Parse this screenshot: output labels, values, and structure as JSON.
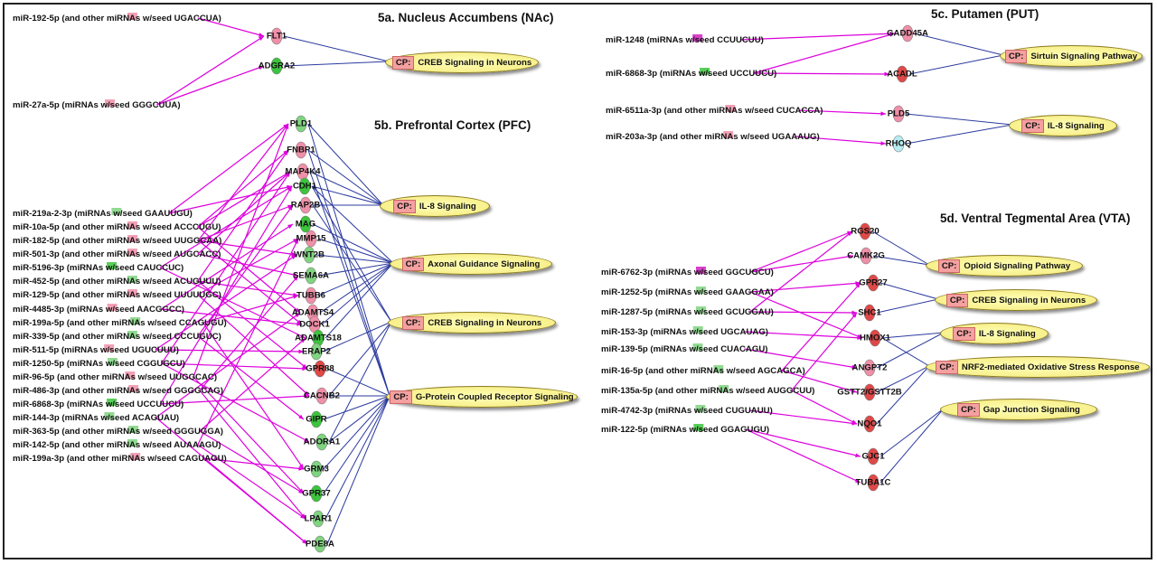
{
  "panels": [
    {
      "id": "nac",
      "title": "5a. Nucleus Accumbens (NAc)",
      "mirnas": [
        {
          "label": "miR-192-5p (and other miRNAs w/seed UGACCUA)",
          "color": "#f08fa8"
        },
        {
          "label": "miR-27a-5p (miRNAs w/seed GGGCUUA)",
          "color": "#f08fa8"
        }
      ],
      "genes": [
        {
          "label": "FLT1",
          "color": "#f08fa8"
        },
        {
          "label": "ADGRA2",
          "color": "#3cc43c"
        }
      ],
      "pathways": [
        {
          "label": "CREB Signaling in Neurons"
        }
      ]
    },
    {
      "id": "pfc",
      "title": "5b. Prefrontal Cortex (PFC)",
      "mirnas": [
        {
          "label": "miR-219a-2-3p (miRNAs w/seed GAAUUGU)",
          "color": "#7fd47f"
        },
        {
          "label": "miR-10a-5p (and other miRNAs w/seed ACCCUGU)",
          "color": "#f08fa8"
        },
        {
          "label": "miR-182-5p (and other miRNAs w/seed UUGGCAA)",
          "color": "#f08fa8"
        },
        {
          "label": "miR-501-3p (and other miRNAs w/seed AUGCACC)",
          "color": "#f08fa8"
        },
        {
          "label": "miR-5196-3p (miRNAs w/seed CAUCCUC)",
          "color": "#3cc43c"
        },
        {
          "label": "miR-452-5p (and other miRNAs w/seed ACUGUUU)",
          "color": "#7fd47f"
        },
        {
          "label": "miR-129-5p (and other miRNAs w/seed UUUUUGC)",
          "color": "#f08fa8"
        },
        {
          "label": "miR-4485-3p (miRNAs w/seed AACGGCC)",
          "color": "#f08fa8"
        },
        {
          "label": "miR-199a-5p (and other miRNAs w/seed CCAGUGU)",
          "color": "#7fd47f"
        },
        {
          "label": "miR-339-5p (and other miRNAs w/seed CCCUGUC)",
          "color": "#7fd47f"
        },
        {
          "label": "miR-511-5p (miRNAs w/seed UGUCUUU)",
          "color": "#f08fa8"
        },
        {
          "label": "miR-1250-5p (miRNAs w/seed CGGUGCU)",
          "color": "#7fd47f"
        },
        {
          "label": "miR-96-5p (and other miRNAs w/seed UUGGCAC)",
          "color": "#f08fa8"
        },
        {
          "label": "miR-486-3p (and other miRNAs w/seed GGGGCAG)",
          "color": "#f08fa8"
        },
        {
          "label": "miR-6868-3p (miRNAs w/seed UCCUUCU)",
          "color": "#3cc43c"
        },
        {
          "label": "miR-144-3p (miRNAs w/seed ACAGUAU)",
          "color": "#7fd47f"
        },
        {
          "label": "miR-363-5p (and other miRNAs w/seed GGGUGGA)",
          "color": "#7fd47f"
        },
        {
          "label": "miR-142-5p (and other miRNAs w/seed AUAAAGU)",
          "color": "#7fd47f"
        },
        {
          "label": "miR-199a-3p (and other miRNAs w/seed CAGUAGU)",
          "color": "#f08fa8"
        }
      ],
      "genes": [
        {
          "label": "PLD1",
          "color": "#7fd47f"
        },
        {
          "label": "FNBP1",
          "color": "#f08fa8"
        },
        {
          "label": "MAP4K4",
          "color": "#f08fa8"
        },
        {
          "label": "CDH1",
          "color": "#3cc43c"
        },
        {
          "label": "RAP2B",
          "color": "#f08fa8"
        },
        {
          "label": "MAG",
          "color": "#3cc43c"
        },
        {
          "label": "MMP15",
          "color": "#f08fa8"
        },
        {
          "label": "WNT2B",
          "color": "#7fd47f"
        },
        {
          "label": "SEMA6A",
          "color": "#7fd47f"
        },
        {
          "label": "TUBB6",
          "color": "#f08fa8"
        },
        {
          "label": "ADAMTS4",
          "color": "#f08fa8"
        },
        {
          "label": "DOCK1",
          "color": "#f08fa8"
        },
        {
          "label": "ADAMTS18",
          "color": "#3cc43c"
        },
        {
          "label": "ERAP2",
          "color": "#7fd47f"
        },
        {
          "label": "GPR88",
          "color": "#e04848"
        },
        {
          "label": "CACNB2",
          "color": "#f08fa8"
        },
        {
          "label": "GIPR",
          "color": "#3cc43c"
        },
        {
          "label": "ADORA1",
          "color": "#7fd47f"
        },
        {
          "label": "GRM3",
          "color": "#7fd47f"
        },
        {
          "label": "GPR37",
          "color": "#3cc43c"
        },
        {
          "label": "LPAR1",
          "color": "#7fd47f"
        },
        {
          "label": "PDE8A",
          "color": "#7fd47f"
        }
      ],
      "pathways": [
        {
          "label": "IL-8 Signaling"
        },
        {
          "label": "Axonal Guidance Signaling"
        },
        {
          "label": "CREB Signaling in Neurons"
        },
        {
          "label": "G-Protein Coupled Receptor Signaling"
        }
      ]
    },
    {
      "id": "put",
      "title": "5c. Putamen (PUT)",
      "mirnas": [
        {
          "label": "miR-1248 (miRNAs w/seed CCUUCUU)",
          "color": "#d020c0"
        },
        {
          "label": "miR-6868-3p (miRNAs w/seed UCCUUCU)",
          "color": "#3cc43c"
        },
        {
          "label": "miR-6511a-3p (and other miRNAs w/seed CUCACCA)",
          "color": "#f08fa8"
        },
        {
          "label": "miR-203a-3p (and other miRNAs w/seed UGAAAUG)",
          "color": "#f08fa8"
        }
      ],
      "genes": [
        {
          "label": "GADD45A",
          "color": "#f08fa8"
        },
        {
          "label": "ACADL",
          "color": "#e04848"
        },
        {
          "label": "PLD5",
          "color": "#f08fa8"
        },
        {
          "label": "RHOQ",
          "color": "#b8ecf0"
        }
      ],
      "pathways": [
        {
          "label": "Sirtuin Signaling Pathway"
        },
        {
          "label": "IL-8 Signaling"
        }
      ]
    },
    {
      "id": "vta",
      "title": "5d. Ventral Tegmental Area (VTA)",
      "mirnas": [
        {
          "label": "miR-6762-3p (miRNAs w/seed GGCUGCU)",
          "color": "#d020c0"
        },
        {
          "label": "miR-1252-5p (miRNAs w/seed GAAGGAA)",
          "color": "#7fd47f"
        },
        {
          "label": "miR-1287-5p (miRNAs w/seed GCUGGAU)",
          "color": "#7fd47f"
        },
        {
          "label": "miR-153-3p (miRNAs w/seed UGCAUAG)",
          "color": "#7fd47f"
        },
        {
          "label": "miR-139-5p (miRNAs w/seed CUACAGU)",
          "color": "#7fd47f"
        },
        {
          "label": "miR-16-5p (and other miRNAs w/seed AGCAGCA)",
          "color": "#7fd47f"
        },
        {
          "label": "miR-135a-5p (and other miRNAs w/seed AUGGCUU)",
          "color": "#7fd47f"
        },
        {
          "label": "miR-4742-3p (miRNAs w/seed CUGUAUU)",
          "color": "#7fd47f"
        },
        {
          "label": "miR-122-5p (miRNAs w/seed GGAGUGU)",
          "color": "#3cc43c"
        }
      ],
      "genes": [
        {
          "label": "RGS20",
          "color": "#e04848"
        },
        {
          "label": "CAMK2G",
          "color": "#f08fa8"
        },
        {
          "label": "GPR27",
          "color": "#e04848"
        },
        {
          "label": "SHC1",
          "color": "#e04848"
        },
        {
          "label": "HMOX1",
          "color": "#e04848"
        },
        {
          "label": "ANGPT2",
          "color": "#f08fa8"
        },
        {
          "label": "GSTT2/GSTT2B",
          "color": "#e04848"
        },
        {
          "label": "NQO1",
          "color": "#e04848"
        },
        {
          "label": "GJC1",
          "color": "#e04848"
        },
        {
          "label": "TUBA1C",
          "color": "#e04848"
        }
      ],
      "pathways": [
        {
          "label": "Opioid Signaling Pathway"
        },
        {
          "label": "CREB Signaling in Neurons"
        },
        {
          "label": "IL-8 Signaling"
        },
        {
          "label": "NRF2-mediated Oxidative Stress Response"
        },
        {
          "label": "Gap Junction Signaling"
        }
      ]
    }
  ],
  "cp_prefix": "CP:",
  "edge_colors": {
    "mirna_target": "#dd00dd",
    "gene_pathway": "#2b3a9e"
  }
}
